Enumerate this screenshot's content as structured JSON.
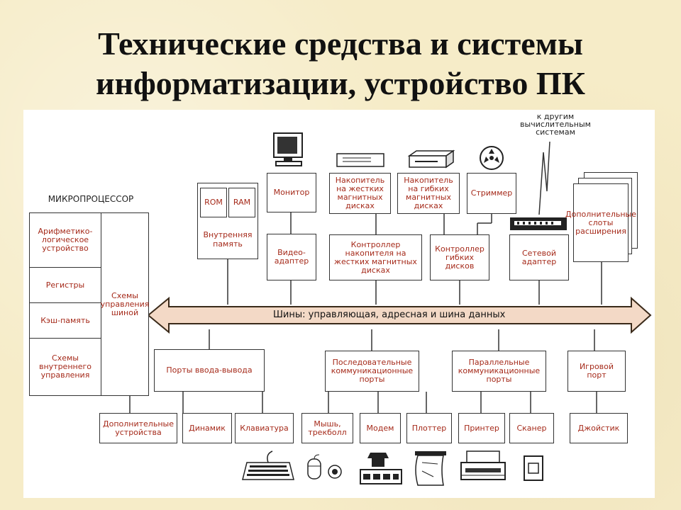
{
  "title": {
    "line1": "Технические средства и системы",
    "line2": "информатизации, устройство ПК"
  },
  "microprocessor": {
    "label": "МИКРОПРОЦЕССОР",
    "alu": "Арифметико-логическое устройство",
    "registers": "Регистры",
    "cache": "Кэш-память",
    "internal_control": "Схемы внутреннего управления",
    "bus_control": "Схемы управления шиной"
  },
  "memory": {
    "rom": "ROM",
    "ram": "RAM",
    "internal": "Внутренняя память"
  },
  "top_devices": {
    "monitor": "Монитор",
    "video_adapter": "Видео-адаптер",
    "hdd": "Накопитель на жестких магнитных дисках",
    "hdd_controller": "Контроллер накопителя на жестких магнитных дисках",
    "fdd": "Накопитель на гибких магнитных дисках",
    "fdd_controller": "Контроллер гибких дисков",
    "streamer": "Стриммер",
    "network_adapter": "Сетевой адаптер",
    "network_note": "к другим вычислительным системам",
    "expansion_slots": "Дополнительные слоты расширения"
  },
  "bus": {
    "label": "Шины: управляющая, адресная и шина данных"
  },
  "ports": {
    "io": "Порты ввода-вывода",
    "serial": "Последовательные коммуникационные порты",
    "parallel": "Параллельные коммуникационные порты",
    "game": "Игровой порт"
  },
  "peripherals": {
    "extra": "Дополнительные устройства",
    "speaker": "Динамик",
    "keyboard": "Клавиатура",
    "mouse": "Мышь, трекболл",
    "modem": "Модем",
    "plotter": "Плоттер",
    "printer": "Принтер",
    "scanner": "Сканер",
    "joystick": "Джойстик"
  },
  "colors": {
    "box_text": "#a52a1a",
    "bus_fill": "#f3d9c6",
    "bus_stroke": "#3a2a1a",
    "background": "#f6ecc8"
  }
}
